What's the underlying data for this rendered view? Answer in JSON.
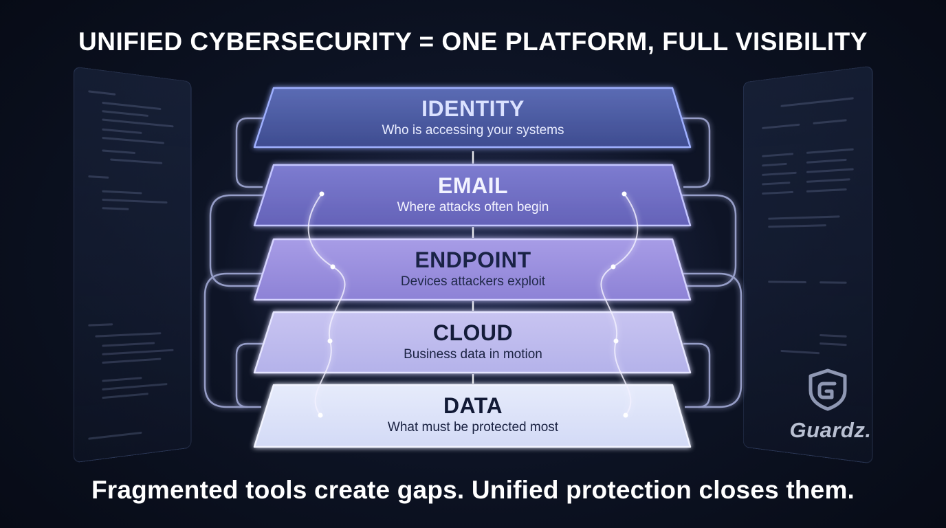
{
  "headline": "UNIFIED CYBERSECURITY = ONE PLATFORM, FULL VISIBILITY",
  "tagline": "Fragmented tools create gaps. Unified protection closes them.",
  "layers": [
    {
      "title": "IDENTITY",
      "description": "Who is accessing your systems"
    },
    {
      "title": "EMAIL",
      "description": "Where attacks often begin"
    },
    {
      "title": "ENDPOINT",
      "description": "Devices attackers exploit"
    },
    {
      "title": "CLOUD",
      "description": "Business data in motion"
    },
    {
      "title": "DATA",
      "description": "What must be protected most"
    }
  ],
  "logo": {
    "name": "Guardz.",
    "icon": "guardz-shield-icon"
  },
  "colors": {
    "background": "#0c1222",
    "text": "#ffffff",
    "layer_top": "#4f5fa8",
    "layer_bottom": "#dfe6fb",
    "glow": "#b9c4ff",
    "accent": "#a996f0"
  }
}
